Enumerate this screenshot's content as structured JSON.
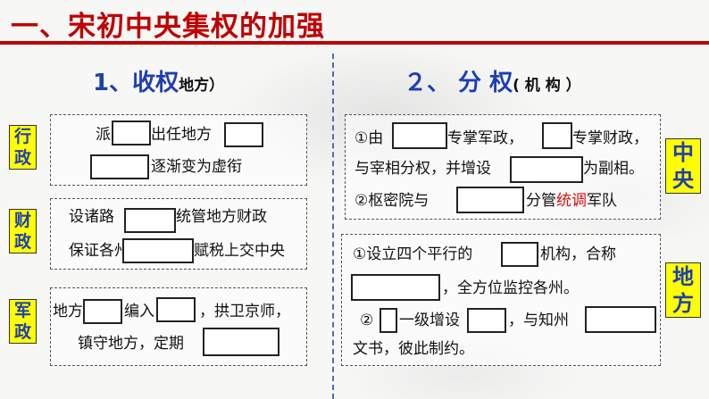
{
  "title": "一、宋初中央集权的加强",
  "left_heading": {
    "main": "1、收权",
    "sub": "地方）"
  },
  "right_heading": {
    "main": "２、 分 权",
    "sub": "( 机 构 ）"
  },
  "side_labels": {
    "xingzheng": "行政",
    "caizheng": "财政",
    "junzheng": "军政",
    "zhongyang": "中央",
    "difang": "地方"
  },
  "box_xingzheng": {
    "line1_a": "派",
    "line1_b": "出任地方",
    "line2_b": "逐渐变为虚衔"
  },
  "box_caizheng": {
    "line1_a": "设诸路",
    "line1_b": "统管地方财政",
    "line2_a": "保证各州",
    "line2_b": "赋税上交中央"
  },
  "box_junzheng": {
    "line1_a": "地方",
    "line1_b": "编入",
    "line1_c": "，拱卫京师，",
    "line2_a": "镇守地方，定期"
  },
  "box_zhongyang": {
    "line1_a": "①由",
    "line1_b": "专掌军政，",
    "line1_c": "专掌财政，",
    "line2_a": "与宰相分权，并增设",
    "line2_b": "为副相。",
    "line3_a": "②枢密院与",
    "line3_b": "分管",
    "line3_red": "统调",
    "line3_c": "军队"
  },
  "box_difang": {
    "line1_a": "①设立四个平行的",
    "line1_b": "机构，合称",
    "line2_b": "，全方位监控各州。",
    "line3_a": "②",
    "line3_b": "一级增设",
    "line3_c": "，与知州",
    "line4_a": "文书，彼此制约。"
  },
  "colors": {
    "title": "#c00000",
    "heading": "#1f3fb3",
    "label_bg": "#ffff00",
    "emphasis": "#d11111"
  }
}
